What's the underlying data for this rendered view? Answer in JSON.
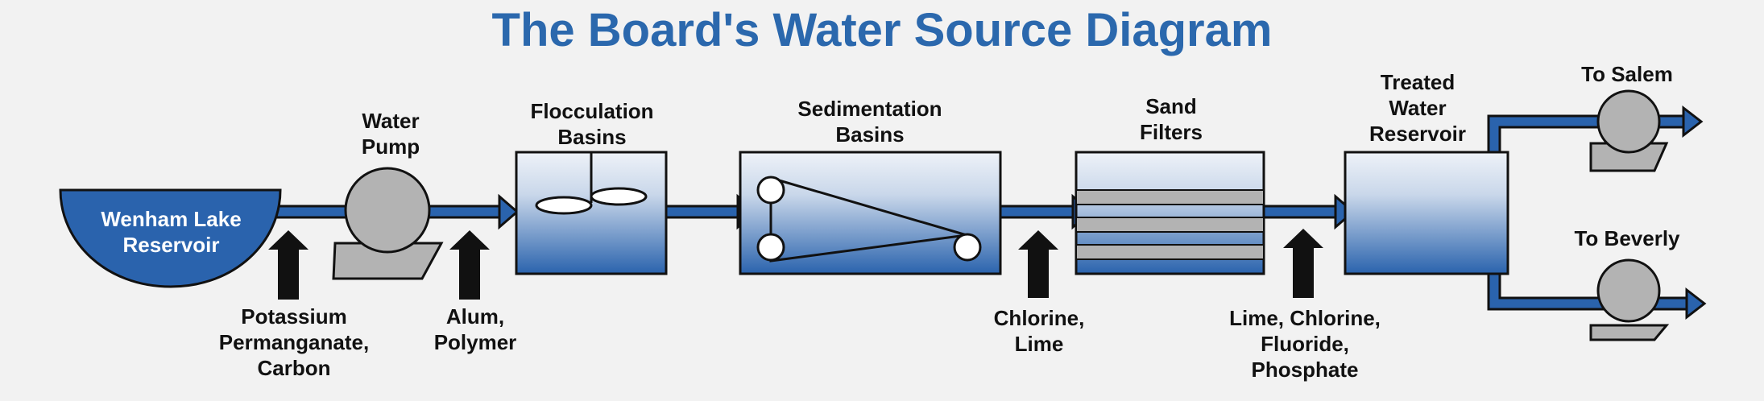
{
  "title": "The Board's Water Source Diagram",
  "labels": {
    "reservoir": "Wenham Lake\nReservoir",
    "water_pump": "Water\nPump",
    "flocculation": "Flocculation\nBasins",
    "sedimentation": "Sedimentation\nBasins",
    "sand_filters": "Sand\nFilters",
    "treated_reservoir": "Treated\nWater\nReservoir",
    "to_salem": "To Salem",
    "to_beverly": "To Beverly"
  },
  "chemicals": {
    "c1": "Potassium\nPermanganate,\nCarbon",
    "c2": "Alum,\nPolymer",
    "c3": "Chlorine,\nLime",
    "c4": "Lime, Chlorine,\nFluoride,\nPhosphate"
  },
  "colors": {
    "title": "#2b68ad",
    "pipe": "#2a63ad",
    "tank_top": "#e8eef7",
    "tank_bottom": "#2a63ad",
    "pump_gray": "#b3b3b3",
    "outline": "#111111",
    "background": "#f2f2f2"
  }
}
